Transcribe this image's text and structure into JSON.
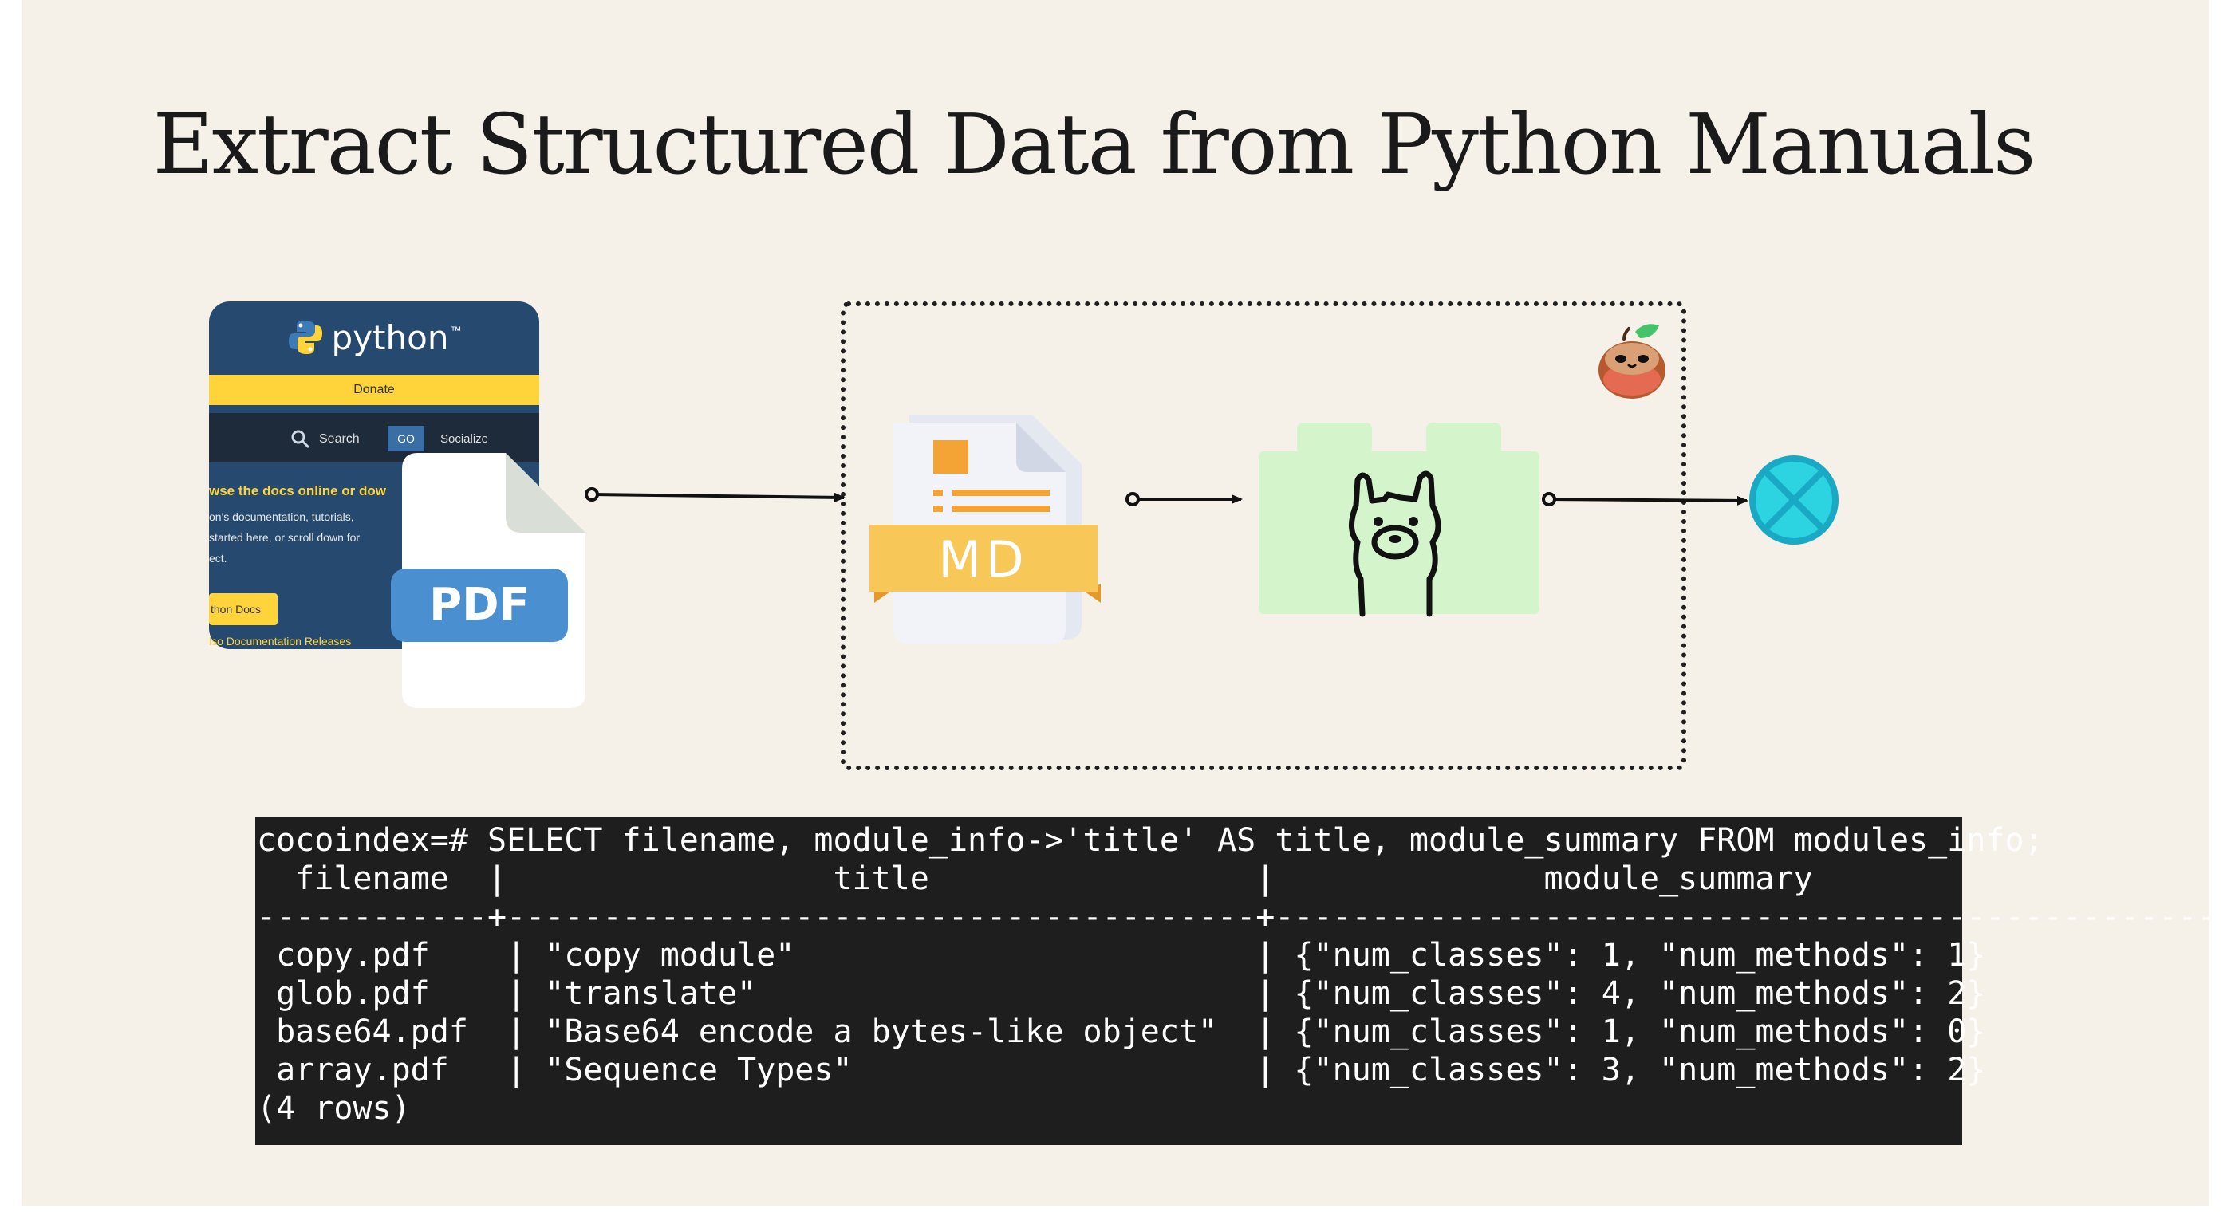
{
  "title": "Extract Structured Data from Python Manuals",
  "python_card": {
    "logo_text": "python",
    "trademark": "™",
    "donate": "Donate",
    "search": "Search",
    "go": "GO",
    "socialize": "Socialize",
    "heading": "wse the docs online or dow",
    "line1": "on's documentation, tutorials,",
    "line2": "started here, or scroll down for",
    "line3": "ect.",
    "docs_button": "thon Docs",
    "releases_link": "lso Documentation Releases"
  },
  "pdf_label": "PDF",
  "md_label": "MD",
  "colors": {
    "background": "#f5f0e8",
    "python_blue": "#264a6f",
    "python_yellow": "#ffd43b",
    "pdf_blue": "#4a90d1",
    "md_yellow": "#f7c858",
    "llm_green": "#d4f5cc",
    "target_cyan": "#2cd3e1",
    "terminal_bg": "#1e1e1e"
  },
  "icons": {
    "python": "python-logo-icon",
    "pdf": "pdf-document-icon",
    "md": "markdown-document-icon",
    "llm": "ollama-llama-icon",
    "coco": "cocoindex-mascot-icon",
    "target": "postgres-target-icon"
  },
  "terminal": {
    "query": "cocoindex=# SELECT filename, module_info->'title' AS title, module_summary FROM modules_info;",
    "header": "  filename  |                 title                 |              module_summary",
    "separator": "------------+---------------------------------------+--------------------------------------------------",
    "rows": [
      " copy.pdf    | \"copy module\"                        | {\"num_classes\": 1, \"num_methods\": 1}",
      " glob.pdf    | \"translate\"                          | {\"num_classes\": 4, \"num_methods\": 2}",
      " base64.pdf  | \"Base64 encode a bytes-like object\"  | {\"num_classes\": 1, \"num_methods\": 0}",
      " array.pdf   | \"Sequence Types\"                     | {\"num_classes\": 3, \"num_methods\": 2}"
    ],
    "footer": "(4 rows)"
  }
}
